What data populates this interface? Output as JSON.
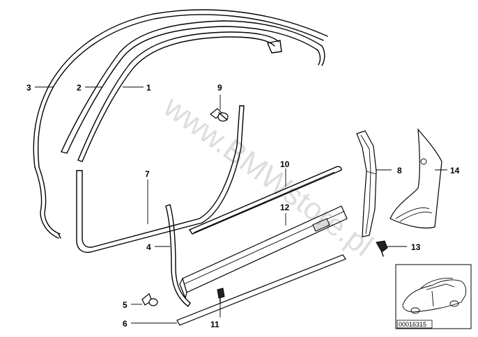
{
  "watermark": "www.BMWstore.pl",
  "callouts": {
    "p1": "1",
    "p2": "2",
    "p3": "3",
    "p4": "4",
    "p5": "5",
    "p6": "6",
    "p7": "7",
    "p8": "8",
    "p9": "9",
    "p10": "10",
    "p11": "11",
    "p12": "12",
    "p13": "13",
    "p14": "14"
  },
  "thumbnail": {
    "reference": "00016315"
  }
}
